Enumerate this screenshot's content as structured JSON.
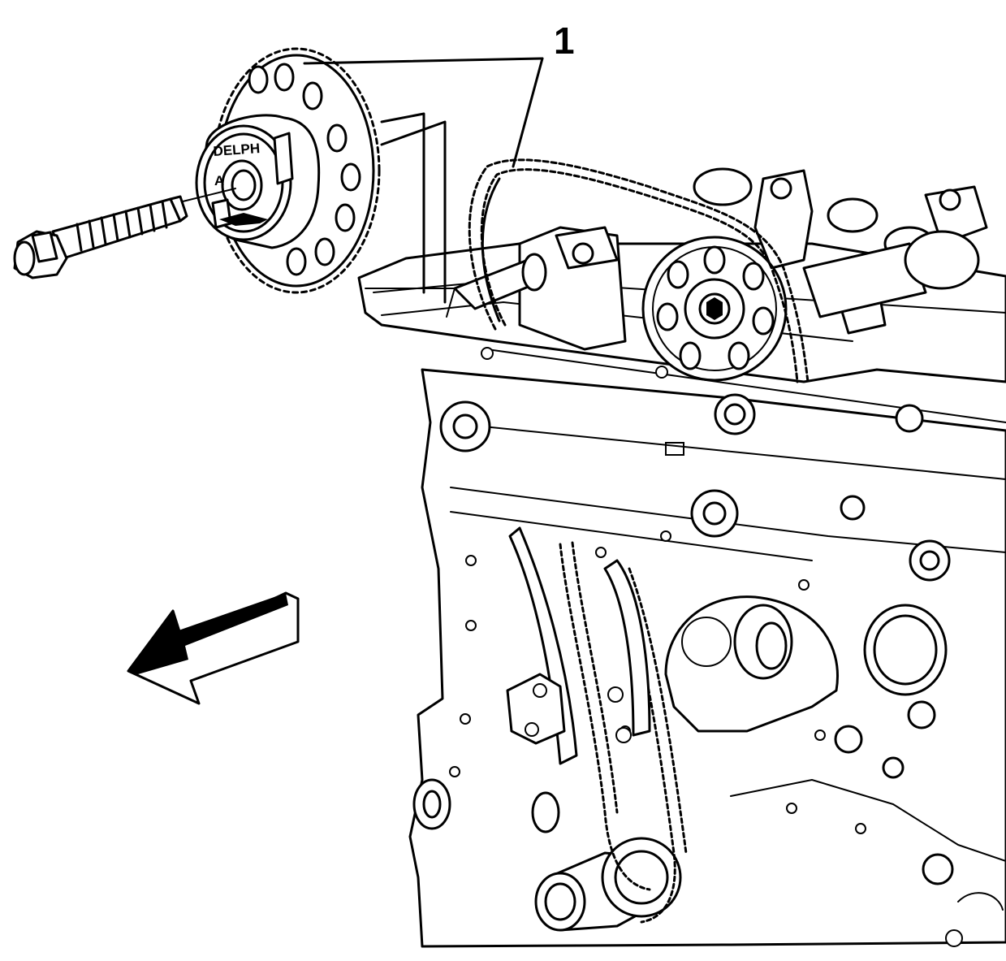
{
  "callout": {
    "number": "1"
  },
  "sprocket_stamp": {
    "brand": "DELPH",
    "mark": "A"
  }
}
